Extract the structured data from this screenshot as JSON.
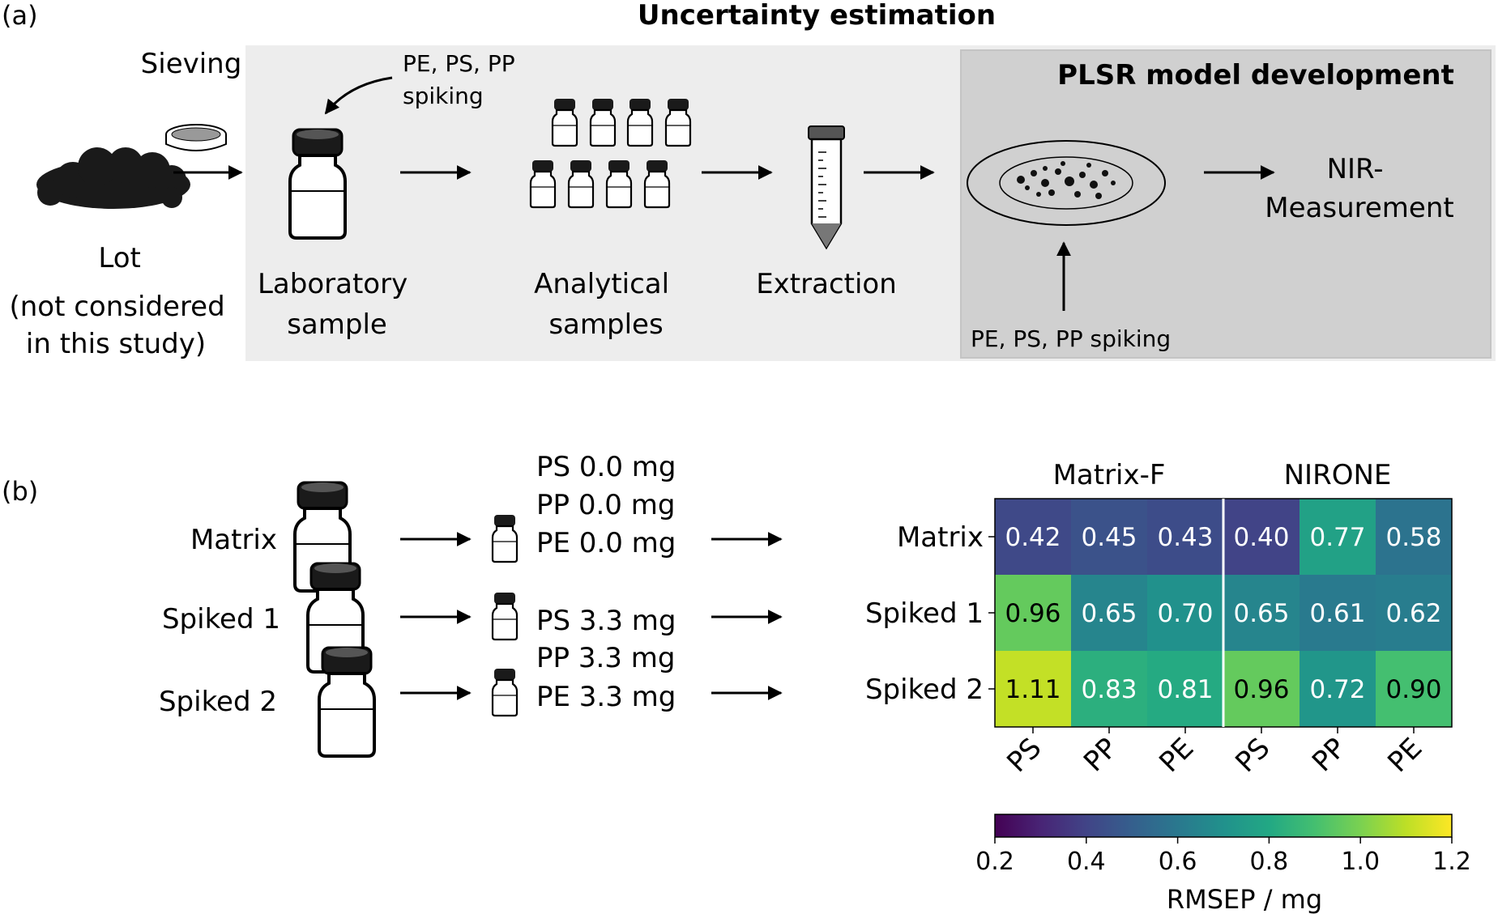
{
  "panel_a": {
    "label": "(a)",
    "title": "Uncertainty estimation",
    "sieving": "Sieving",
    "lot": [
      "Lot",
      "(not considered",
      "in this study)"
    ],
    "spiking_top": [
      "PE, PS, PP",
      "spiking"
    ],
    "lab_sample": [
      "Laboratory",
      "sample"
    ],
    "analytical": [
      "Analytical",
      "samples"
    ],
    "extraction": "Extraction",
    "plsr_title": "PLSR model development",
    "nir": [
      "NIR-",
      "Measurement"
    ],
    "spiking_bottom": "PE, PS, PP spiking"
  },
  "panel_b": {
    "label": "(b)",
    "rows": [
      "Matrix",
      "Spiked 1",
      "Spiked 2"
    ],
    "amounts_top": [
      "PS 0.0 mg",
      "PP 0.0 mg",
      "PE 0.0 mg"
    ],
    "amounts_mid": "PS 3.3 mg",
    "amounts_bot": [
      "PP 3.3 mg",
      "PE 3.3 mg"
    ]
  },
  "chart_data": {
    "type": "heatmap",
    "group_labels": [
      "Matrix-F",
      "NIRONE"
    ],
    "row_labels": [
      "Matrix",
      "Spiked 1",
      "Spiked 2"
    ],
    "col_labels": [
      "PS",
      "PP",
      "PE",
      "PS",
      "PP",
      "PE"
    ],
    "values": [
      [
        0.42,
        0.45,
        0.43,
        0.4,
        0.77,
        0.58
      ],
      [
        0.96,
        0.65,
        0.7,
        0.65,
        0.61,
        0.62
      ],
      [
        1.11,
        0.83,
        0.81,
        0.96,
        0.72,
        0.9
      ]
    ],
    "cell_labels": [
      [
        "0.42",
        "0.45",
        "0.43",
        "0.40",
        "0.77",
        "0.58"
      ],
      [
        "0.96",
        "0.65",
        "0.70",
        "0.65",
        "0.61",
        "0.62"
      ],
      [
        "1.11",
        "0.83",
        "0.81",
        "0.96",
        "0.72",
        "0.90"
      ]
    ],
    "colormap": "viridis",
    "vmin": 0.2,
    "vmax": 1.2,
    "colorbar_ticks": [
      "0.2",
      "0.4",
      "0.6",
      "0.8",
      "1.0",
      "1.2"
    ],
    "colorbar_label": "RMSEP / mg"
  }
}
